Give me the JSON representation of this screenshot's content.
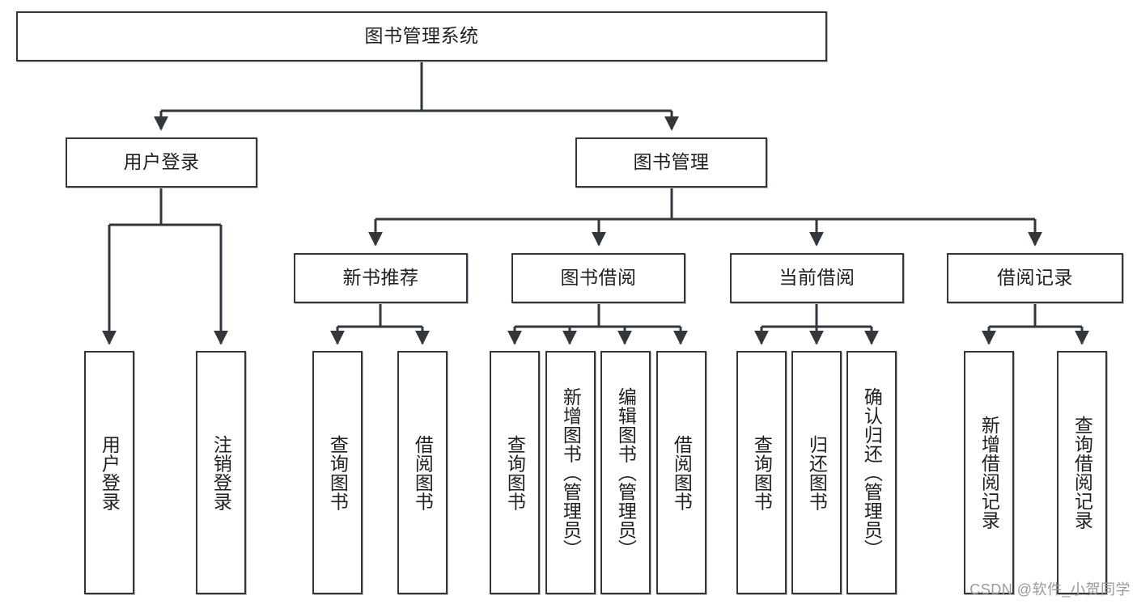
{
  "diagram": {
    "type": "tree",
    "title": "图书管理系统",
    "orientation": "top-down",
    "line_color": "#33363b",
    "box_fill": "#ffffff",
    "text_color": "#1f1f1f"
  },
  "root": {
    "label": "图书管理系统"
  },
  "level2": [
    {
      "label": "用户登录"
    },
    {
      "label": "图书管理"
    }
  ],
  "level3": [
    {
      "label": "新书推荐"
    },
    {
      "label": "图书借阅"
    },
    {
      "label": "当前借阅"
    },
    {
      "label": "借阅记录"
    }
  ],
  "leaves": {
    "user_login": [
      {
        "label": "用户登录"
      },
      {
        "label": "注销登录"
      }
    ],
    "new_book_recommend": [
      {
        "label": "查询图书"
      },
      {
        "label": "借阅图书"
      }
    ],
    "book_borrow": [
      {
        "label": "查询图书"
      },
      {
        "label": "新增图书（管理员）"
      },
      {
        "label": "编辑图书（管理员）"
      },
      {
        "label": "借阅图书"
      }
    ],
    "current_borrow": [
      {
        "label": "查询图书"
      },
      {
        "label": "归还图书"
      },
      {
        "label": "确认归还（管理员）"
      }
    ],
    "borrow_record": [
      {
        "label": "新增借阅记录"
      },
      {
        "label": "查询借阅记录"
      }
    ]
  },
  "watermark": {
    "text": "CSDN @软件_小贺同学"
  }
}
